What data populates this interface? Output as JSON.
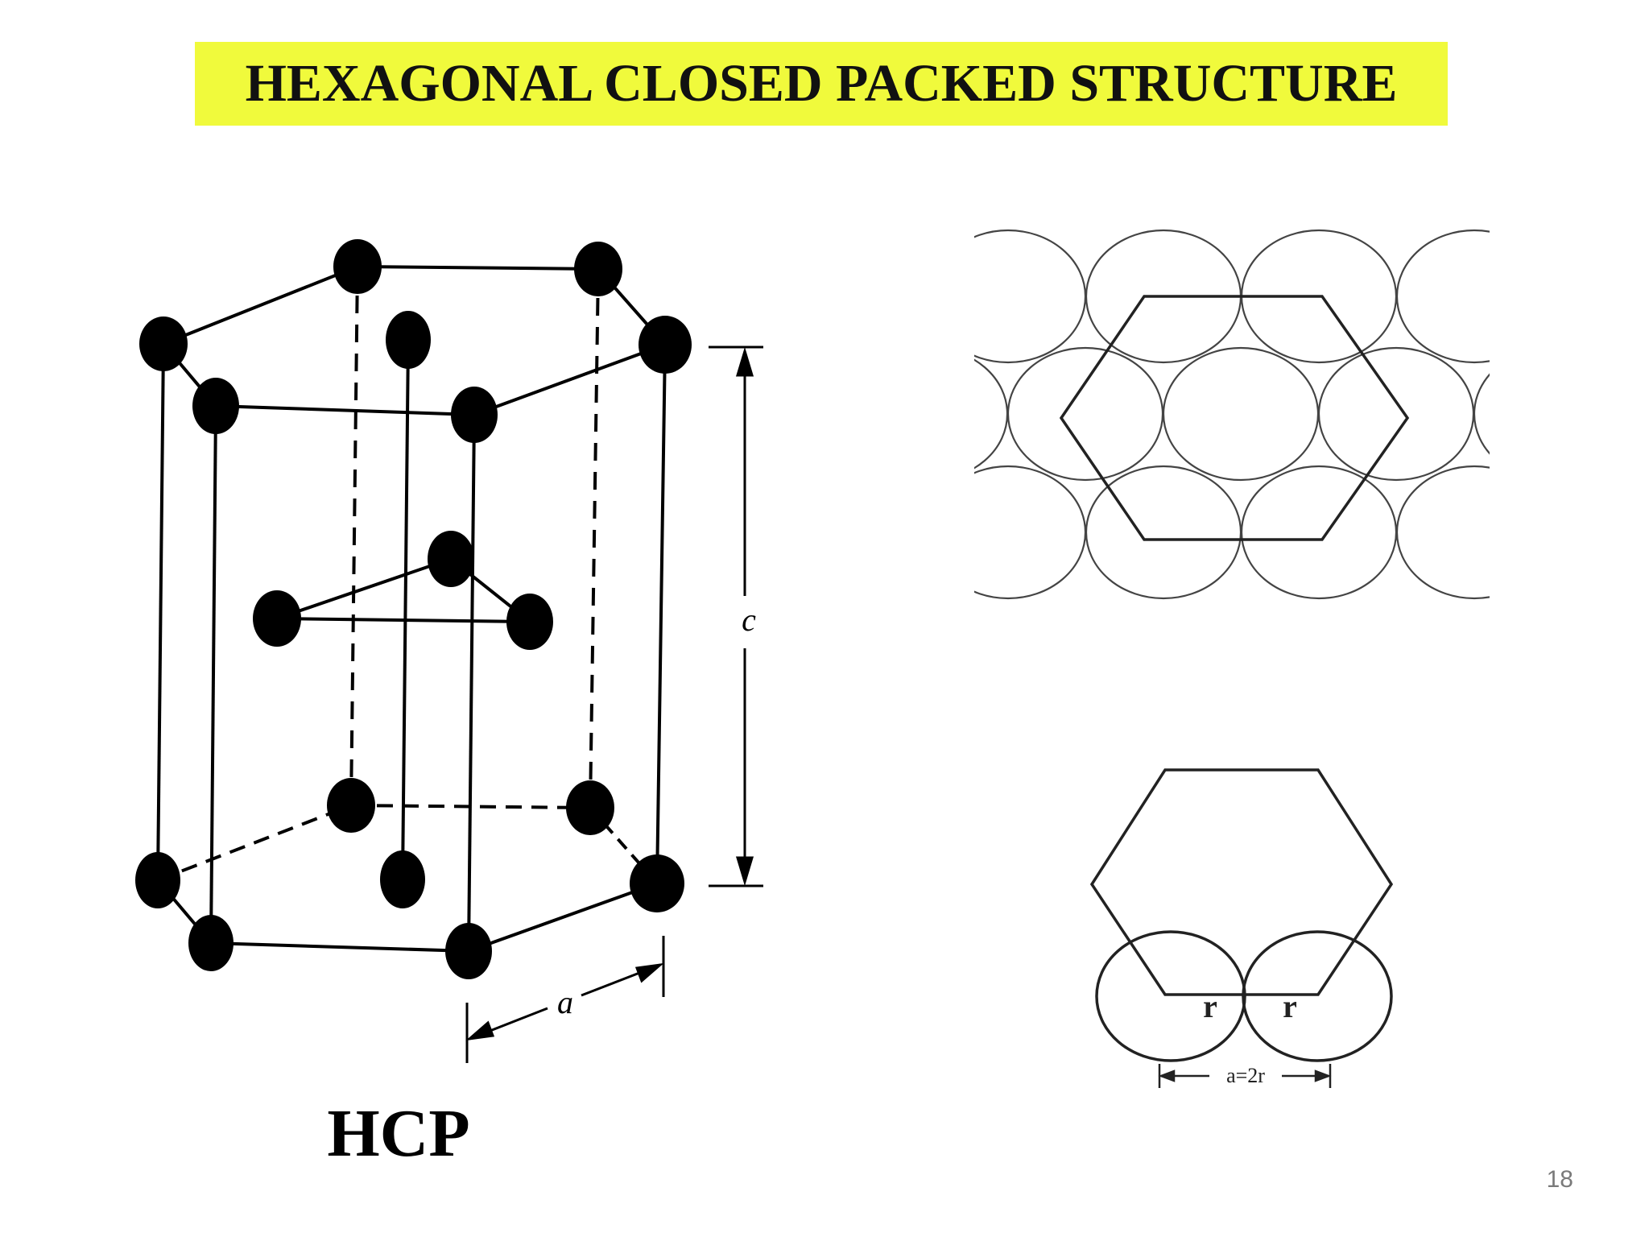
{
  "slide": {
    "title": "HEXAGONAL CLOSED PACKED STRUCTURE",
    "page_number": "18",
    "title_bg": "#f0fa3c"
  },
  "hcp_diagram": {
    "caption": "HCP",
    "label_c": "c",
    "label_a": "a"
  },
  "radius_diagram": {
    "label_r_left": "r",
    "label_r_right": "r",
    "label_a_eq": "a=2r"
  }
}
